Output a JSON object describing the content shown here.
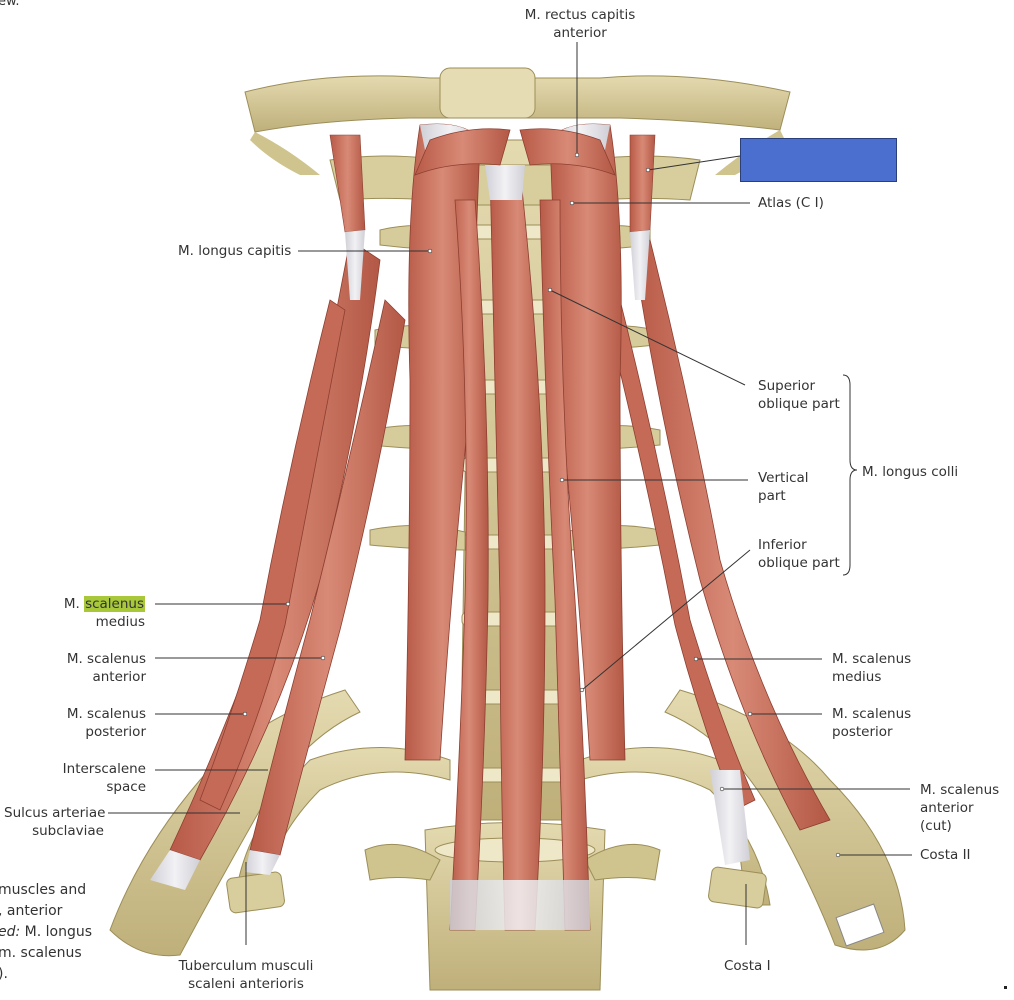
{
  "colors": {
    "muscle": "#cd7461",
    "muscle_dark": "#a84e3f",
    "bone": "#d9cfa0",
    "bone_dark": "#a99b62",
    "tendon": "#e8e7ea",
    "answer_box": "#4a6fcf",
    "highlight": "#a8c83a"
  },
  "fragments": {
    "top_left": "ew."
  },
  "labels": {
    "rectus_capitis_anterior": [
      "M. rectus capitis",
      "anterior"
    ],
    "atlas": "Atlas (C I)",
    "longus_capitis": "M. longus capitis",
    "superior_oblique": [
      "Superior",
      "oblique part"
    ],
    "vertical_part": [
      "Vertical",
      "part"
    ],
    "inferior_oblique": [
      "Inferior",
      "oblique part"
    ],
    "longus_colli": "M. longus colli",
    "scalenus_medius_left": {
      "prefix": "M. ",
      "highlight": "scalenus",
      "line2": "medius"
    },
    "scalenus_anterior_left": [
      "M. scalenus",
      "anterior"
    ],
    "scalenus_posterior_left": [
      "M. scalenus",
      "posterior"
    ],
    "interscalene": [
      "Interscalene",
      "space"
    ],
    "sulcus": [
      "Sulcus arteriae",
      "subclaviae"
    ],
    "scalenus_medius_right": [
      "M. scalenus",
      "medius"
    ],
    "scalenus_posterior_right": [
      "M. scalenus",
      "posterior"
    ],
    "scalenus_anterior_cut": [
      "M. scalenus",
      "anterior",
      "(cut)"
    ],
    "costa_ii": "Costa II",
    "costa_i": "Costa I",
    "tuberculum": [
      "Tuberculum musculi",
      "scaleni anterioris"
    ]
  },
  "caption": {
    "line1": "muscles and",
    "line2": ", anterior",
    "line3_em": "ed:",
    "line3_rest": " M. longus",
    "line4": "m. scalenus",
    "line5": ")."
  }
}
